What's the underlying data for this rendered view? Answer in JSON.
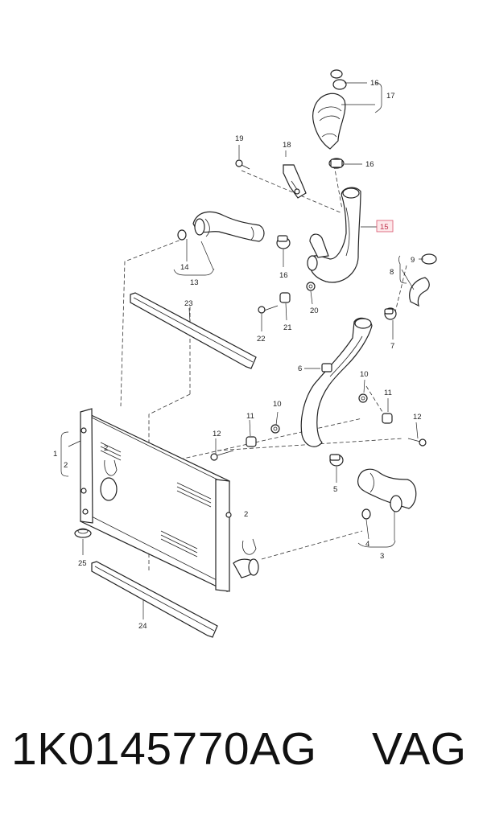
{
  "diagram": {
    "callouts": {
      "c1": "1",
      "c2a": "2",
      "c2b": "2",
      "c2c": "2",
      "c3": "3",
      "c4": "4",
      "c5": "5",
      "c6": "6",
      "c7": "7",
      "c8": "8",
      "c9": "9",
      "c10a": "10",
      "c10b": "10",
      "c11a": "11",
      "c11b": "11",
      "c12a": "12",
      "c12b": "12",
      "c13": "13",
      "c14": "14",
      "c15": "15",
      "c16a": "16",
      "c16b": "16",
      "c16c": "16",
      "c17": "17",
      "c18": "18",
      "c19": "19",
      "c20": "20",
      "c21": "21",
      "c22": "22",
      "c23": "23",
      "c24": "24",
      "c25": "25"
    },
    "highlighted_part": "15",
    "highlight_color": "#d9536b"
  },
  "footer": {
    "part_number": "1K0145770AG",
    "brand": "VAG"
  }
}
